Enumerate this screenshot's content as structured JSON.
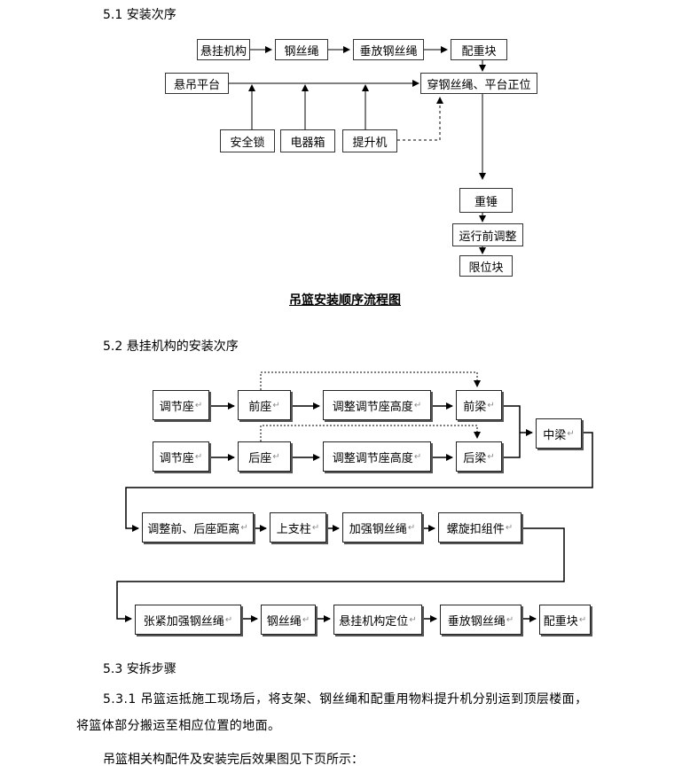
{
  "section_51": {
    "heading": "5.1 安装次序"
  },
  "flow1": {
    "boxes": {
      "suspension_mechanism": "悬挂机构",
      "wire_rope": "钢丝绳",
      "vertical_wire_rope": "垂放钢丝绳",
      "counterweight": "配重块",
      "suspended_platform": "悬吊平台",
      "thread_rope_position": "穿钢丝绳、平台正位",
      "safety_lock": "安全锁",
      "electric_box": "电器箱",
      "hoist": "提升机",
      "heavy_hammer": "重锤",
      "pre_run_adjust": "运行前调整",
      "limit_block": "限位块"
    },
    "caption": "吊篮安装顺序流程图"
  },
  "section_52": {
    "heading": "5.2 悬挂机构的安装次序"
  },
  "flow2": {
    "row1": [
      "调节座",
      "前座",
      "调整调节座高度",
      "前梁"
    ],
    "row2": [
      "调节座",
      "后座",
      "调整调节座高度",
      "后梁"
    ],
    "middle_beam": "中梁",
    "row3": [
      "调整前、后座距离",
      "上支柱",
      "加强钢丝绳",
      "螺旋扣组件"
    ],
    "row4": [
      "张紧加强钢丝绳",
      "钢丝绳",
      "悬挂机构定位",
      "垂放钢丝绳",
      "配重块"
    ],
    "paragraph_mark": "↵"
  },
  "section_53": {
    "heading": "5.3 安拆步骤",
    "para1_line1": "5.3.1 吊篮运抵施工现场后，将支架、钢丝绳和配重用物料提升机分别运到顶层楼面，",
    "para1_line2": "将篮体部分搬运至相应位置的地面。",
    "para2": "吊篮相关构配件及安装完后效果图见下页所示："
  }
}
